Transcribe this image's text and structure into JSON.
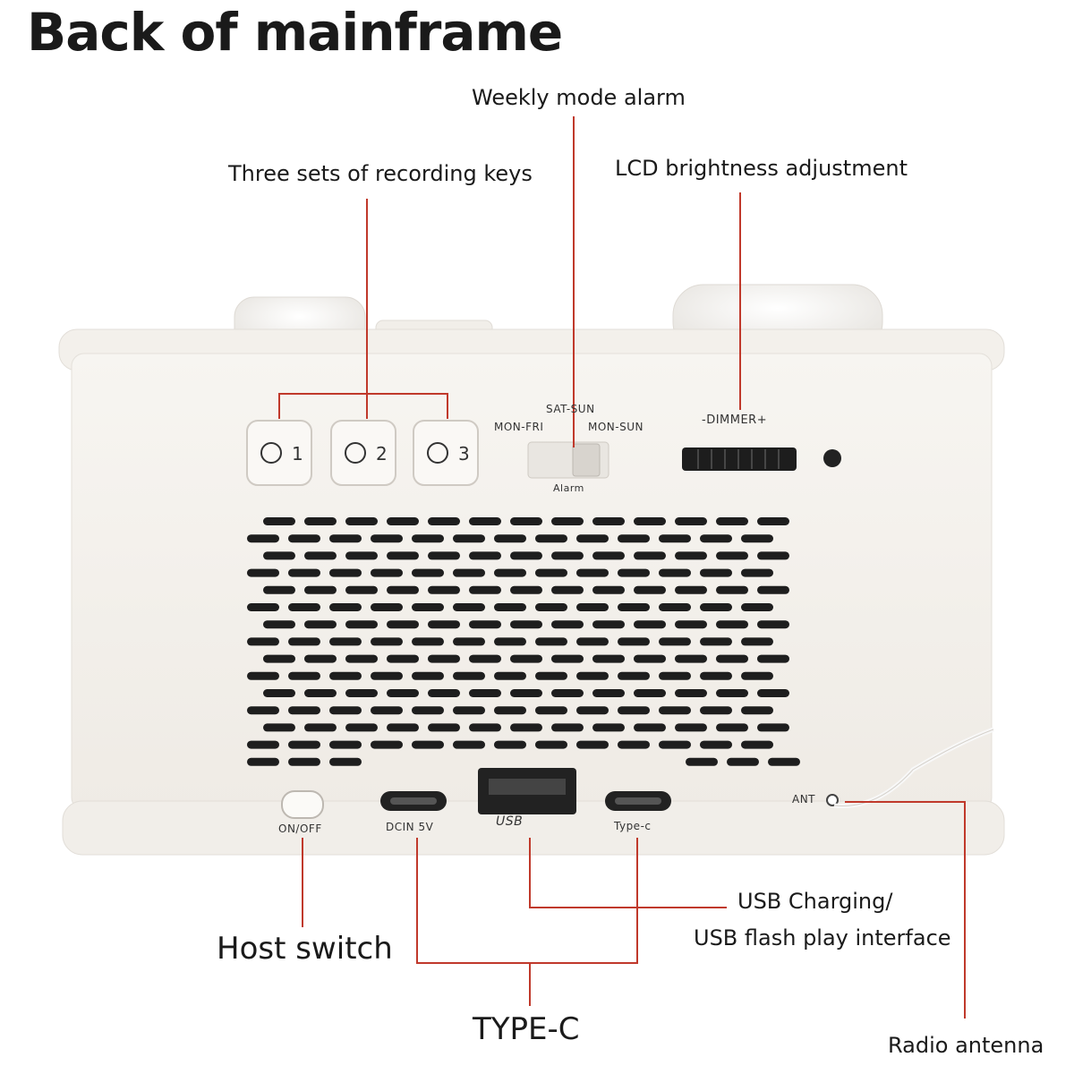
{
  "title": "Back of mainframe",
  "callouts": {
    "weekly_alarm": "Weekly mode alarm",
    "recording_keys": "Three sets of recording keys",
    "lcd_brightness": "LCD brightness adjustment",
    "usb_line1": "USB Charging/",
    "usb_line2": "USB flash  play interface",
    "host_switch": "Host switch",
    "type_c": "TYPE-C",
    "radio_antenna": "Radio antenna"
  },
  "device_labels": {
    "sat_sun": "SAT-SUN",
    "mon_fri": "MON-FRI",
    "mon_sun": "MON-SUN",
    "alarm": "Alarm",
    "dimmer": "-DIMMER+",
    "on_off": "ON/OFF",
    "dcin": "DCIN 5V",
    "usb": "USB",
    "type_c_port": "Type-c",
    "ant": "ANT"
  },
  "record_keys": [
    "1",
    "2",
    "3"
  ],
  "colors": {
    "leader_line": "#c0392b",
    "device_body": "#f4f1ec",
    "grille_slot": "#1e1e1e"
  }
}
